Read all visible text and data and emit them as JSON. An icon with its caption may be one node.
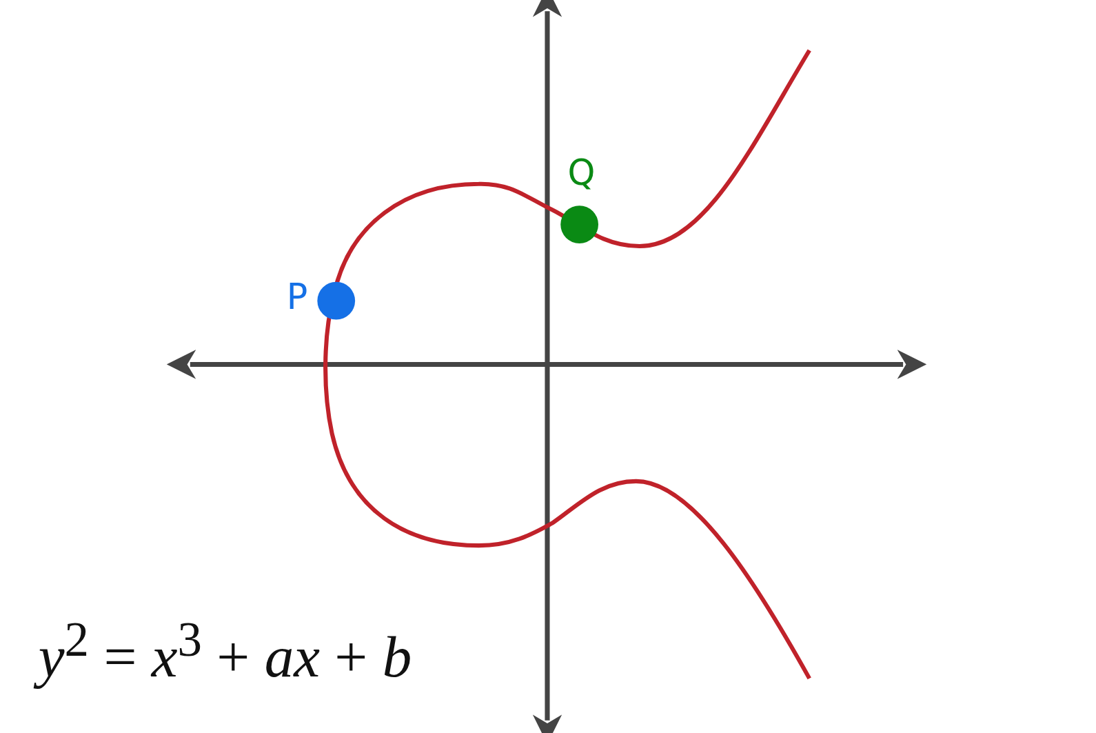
{
  "diagram": {
    "labels": [
      "Q",
      "P",
      "*y*$^{2}$ = *x*$^{3}$ + *ax* + *b*"
    ]
  }
}
